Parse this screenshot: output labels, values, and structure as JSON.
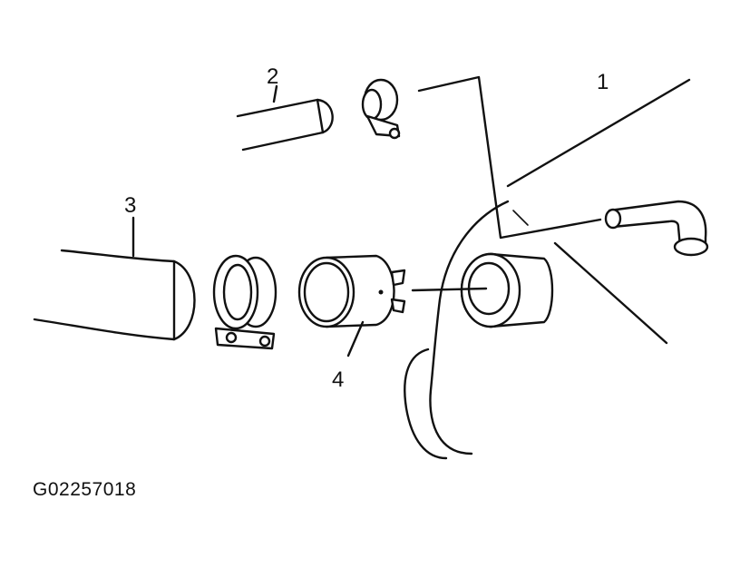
{
  "figure": {
    "id_label": "G02257018",
    "callouts": [
      {
        "number": "1",
        "part": "surface"
      },
      {
        "number": "2",
        "part": "hose"
      },
      {
        "number": "3",
        "part": "hose"
      },
      {
        "number": "4",
        "part": "fitting"
      }
    ]
  },
  "colors": {
    "ink": "#111111",
    "background": "#ffffff"
  },
  "icons": [
    "hose-clamp-icon",
    "elbow-fitting-icon"
  ]
}
